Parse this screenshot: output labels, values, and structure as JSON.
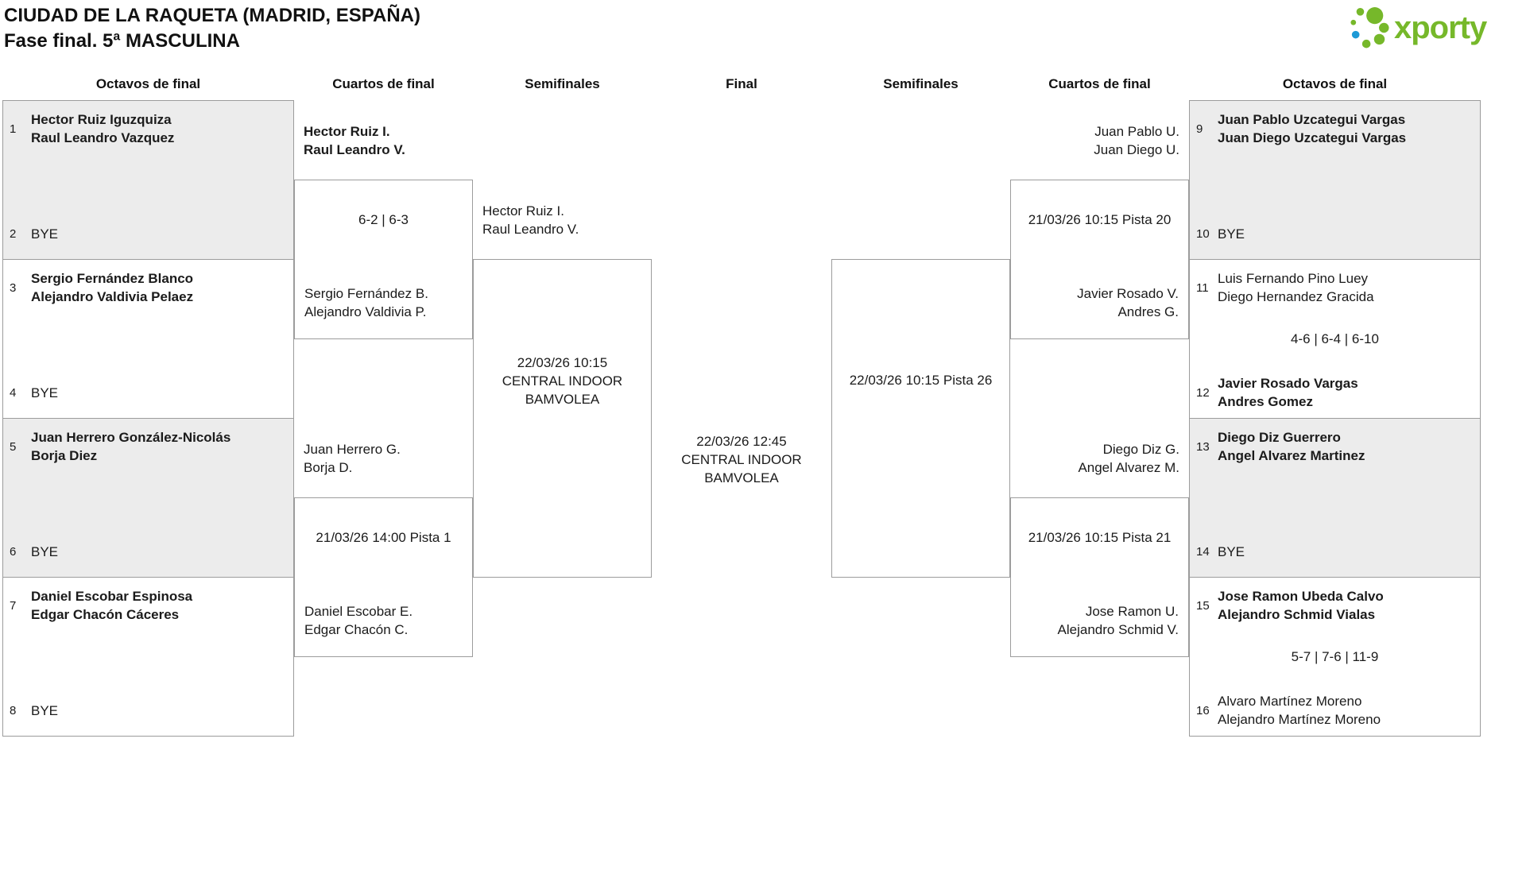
{
  "header": {
    "title": "CIUDAD DE LA RAQUETA (MADRID, ESPAÑA)",
    "subtitle": "Fase final. 5ª MASCULINA"
  },
  "logo": {
    "text": "xporty",
    "green": "#76b82a",
    "blue": "#1e9ad6"
  },
  "round_headers": {
    "left_r16": "Octavos de final",
    "left_qf": "Cuartos de final",
    "left_sf": "Semifinales",
    "final": "Final",
    "right_sf": "Semifinales",
    "right_qf": "Cuartos de final",
    "right_r16": "Octavos de final"
  },
  "r16_left": [
    {
      "top": {
        "seed": "1",
        "line1": "Hector Ruiz Iguzquiza",
        "line2": "Raul Leandro Vazquez"
      },
      "bottom": {
        "seed": "2",
        "line1": "BYE"
      }
    },
    {
      "top": {
        "seed": "3",
        "line1": "Sergio Fernández Blanco",
        "line2": "Alejandro Valdivia Pelaez"
      },
      "bottom": {
        "seed": "4",
        "line1": "BYE"
      }
    },
    {
      "top": {
        "seed": "5",
        "line1": "Juan Herrero González-Nicolás",
        "line2": "Borja Diez"
      },
      "bottom": {
        "seed": "6",
        "line1": "BYE"
      }
    },
    {
      "top": {
        "seed": "7",
        "line1": "Daniel Escobar Espinosa",
        "line2": "Edgar Chacón Cáceres"
      },
      "bottom": {
        "seed": "8",
        "line1": "BYE"
      }
    }
  ],
  "r16_right": [
    {
      "top": {
        "seed": "9",
        "line1": "Juan Pablo Uzcategui Vargas",
        "line2": "Juan Diego Uzcategui Vargas"
      },
      "bottom": {
        "seed": "10",
        "line1": "BYE"
      }
    },
    {
      "top": {
        "seed": "11",
        "line1": "Luis Fernando Pino Luey",
        "line2": "Diego Hernandez Gracida"
      },
      "score": "4-6 | 6-4 | 6-10",
      "bottom": {
        "seed": "12",
        "line1": "Javier Rosado Vargas",
        "line2": "Andres Gomez"
      }
    },
    {
      "top": {
        "seed": "13",
        "line1": "Diego Diz Guerrero",
        "line2": "Angel Alvarez Martinez"
      },
      "bottom": {
        "seed": "14",
        "line1": "BYE"
      }
    },
    {
      "top": {
        "seed": "15",
        "line1": "Jose Ramon Ubeda Calvo",
        "line2": "Alejandro Schmid Vialas"
      },
      "score": "5-7 | 7-6 | 11-9",
      "bottom": {
        "seed": "16",
        "line1": "Alvaro Martínez Moreno",
        "line2": "Alejandro Martínez Moreno"
      }
    }
  ],
  "qf_left": [
    {
      "top": {
        "line1": "Hector Ruiz I.",
        "line2": "Raul Leandro V."
      },
      "info": "6-2 | 6-3",
      "bottom": {
        "line1": "Sergio Fernández B.",
        "line2": "Alejandro Valdivia P."
      }
    },
    {
      "top": {
        "line1": "Juan Herrero G.",
        "line2": "Borja D."
      },
      "info": "21/03/26 14:00 Pista 1",
      "bottom": {
        "line1": "Daniel Escobar E.",
        "line2": "Edgar Chacón C."
      }
    }
  ],
  "qf_right": [
    {
      "top": {
        "line1": "Juan Pablo U.",
        "line2": "Juan Diego U."
      },
      "info": "21/03/26 10:15 Pista 20",
      "bottom": {
        "line1": "Javier Rosado V.",
        "line2": "Andres G."
      }
    },
    {
      "top": {
        "line1": "Diego Diz G.",
        "line2": "Angel Alvarez M."
      },
      "info": "21/03/26 10:15 Pista 21",
      "bottom": {
        "line1": "Jose Ramon U.",
        "line2": "Alejandro Schmid V."
      }
    }
  ],
  "sf_left": {
    "entrant": {
      "line1": "Hector Ruiz I.",
      "line2": "Raul Leandro V."
    },
    "info_line1": "22/03/26 10:15",
    "info_line2": "CENTRAL INDOOR",
    "info_line3": "BAMVOLEA"
  },
  "sf_right": {
    "info": "22/03/26 10:15 Pista 26"
  },
  "final": {
    "info_line1": "22/03/26 12:45",
    "info_line2": "CENTRAL INDOOR",
    "info_line3": "BAMVOLEA"
  }
}
